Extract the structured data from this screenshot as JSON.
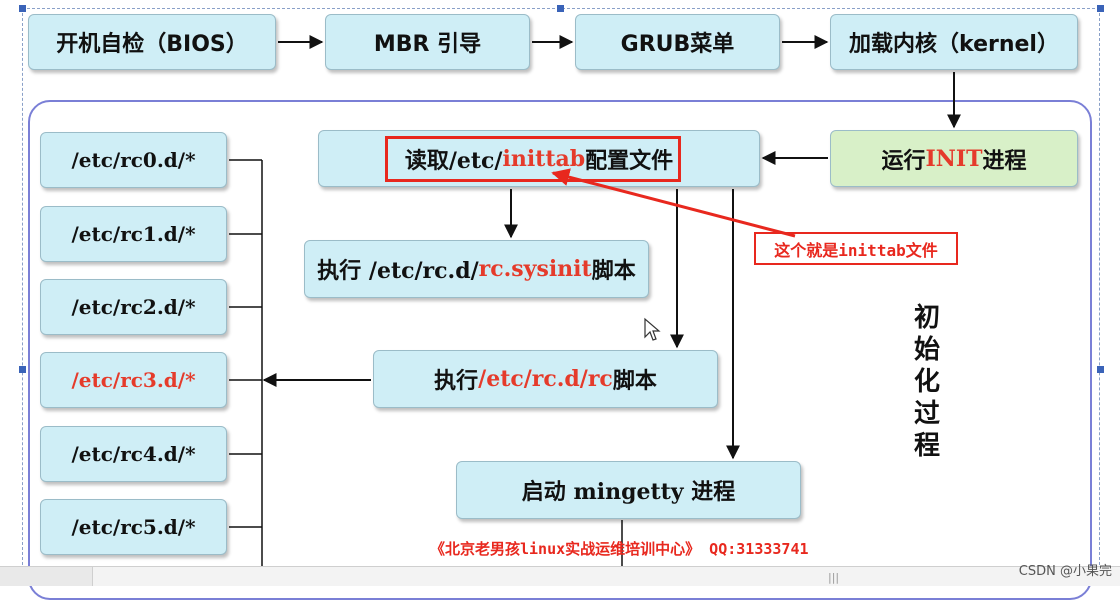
{
  "boot_chain": {
    "bios": "开机自检（BIOS）",
    "mbr": "MBR 引导",
    "grub": "GRUB菜单",
    "kernel": "加载内核（kernel）"
  },
  "process": {
    "run_init_prefix": "运行 ",
    "run_init_highlight": "INIT",
    "run_init_suffix": " 进程",
    "read_prefix": "读取/etc/",
    "read_highlight": "inittab",
    "read_suffix": "配置文件",
    "sysinit_prefix": "执行 /etc/rc.d/",
    "sysinit_highlight": "rc.sysinit",
    "sysinit_suffix": " 脚本",
    "rc_prefix": "执行",
    "rc_highlight": "/etc/rc.d/rc",
    "rc_suffix": "脚本",
    "mingetty": "启动 mingetty 进程"
  },
  "runlevels": [
    {
      "label": "/etc/rc0.d/*",
      "highlighted": false
    },
    {
      "label": "/etc/rc1.d/*",
      "highlighted": false
    },
    {
      "label": "/etc/rc2.d/*",
      "highlighted": false
    },
    {
      "label": "/etc/rc3.d/*",
      "highlighted": true
    },
    {
      "label": "/etc/rc4.d/*",
      "highlighted": false
    },
    {
      "label": "/etc/rc5.d/*",
      "highlighted": false
    }
  ],
  "annotation": "这个就是inittab文件",
  "side_label": [
    "初",
    "始",
    "化",
    "过",
    "程"
  ],
  "footer": "《北京老男孩linux实战运维培训中心》 QQ:31333741",
  "watermark": "CSDN @小果完",
  "colors": {
    "box_fill": "#cfeef6",
    "green_fill": "#d8f0c8",
    "highlight_red": "#e53b2b",
    "frame_blue": "#7a7fd6"
  }
}
